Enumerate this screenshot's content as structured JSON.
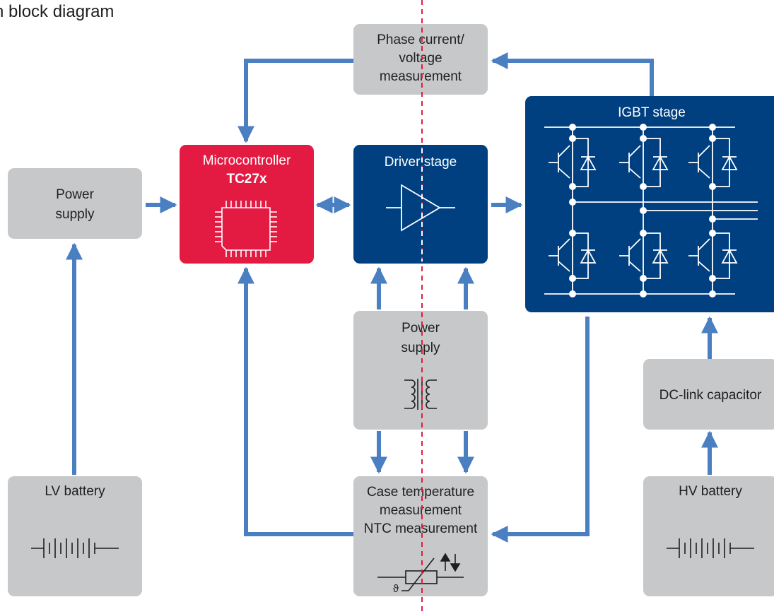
{
  "title": "n block diagram",
  "colors": {
    "gray_box": "#c7c8ca",
    "red_box": "#e31b43",
    "blue_box": "#004080",
    "arrow": "#4a7fc1",
    "divider": "#e31b43"
  },
  "blocks": {
    "phase": {
      "line1": "Phase current/",
      "line2": "voltage",
      "line3": "measurement"
    },
    "mcu": {
      "line1": "Microcontroller",
      "line2": "TC27x"
    },
    "driver": {
      "label": "Driver stage"
    },
    "igbt": {
      "label": "IGBT stage"
    },
    "lv_supply": {
      "line1": "Power",
      "line2": "supply"
    },
    "iso_supply": {
      "line1": "Power",
      "line2": "supply"
    },
    "case_temp": {
      "line1": "Case temperature",
      "line2": "measurement",
      "line3": "NTC measurement",
      "symbol": "ϑ"
    },
    "dc_link": {
      "label": "DC-link capacitor"
    },
    "lv_battery": {
      "label": "LV battery"
    },
    "hv_battery": {
      "label": "HV battery"
    }
  },
  "icons": [
    "chip-icon",
    "amplifier-icon",
    "igbt-bridge-icon",
    "transformer-icon",
    "thermistor-icon",
    "battery-icon"
  ]
}
